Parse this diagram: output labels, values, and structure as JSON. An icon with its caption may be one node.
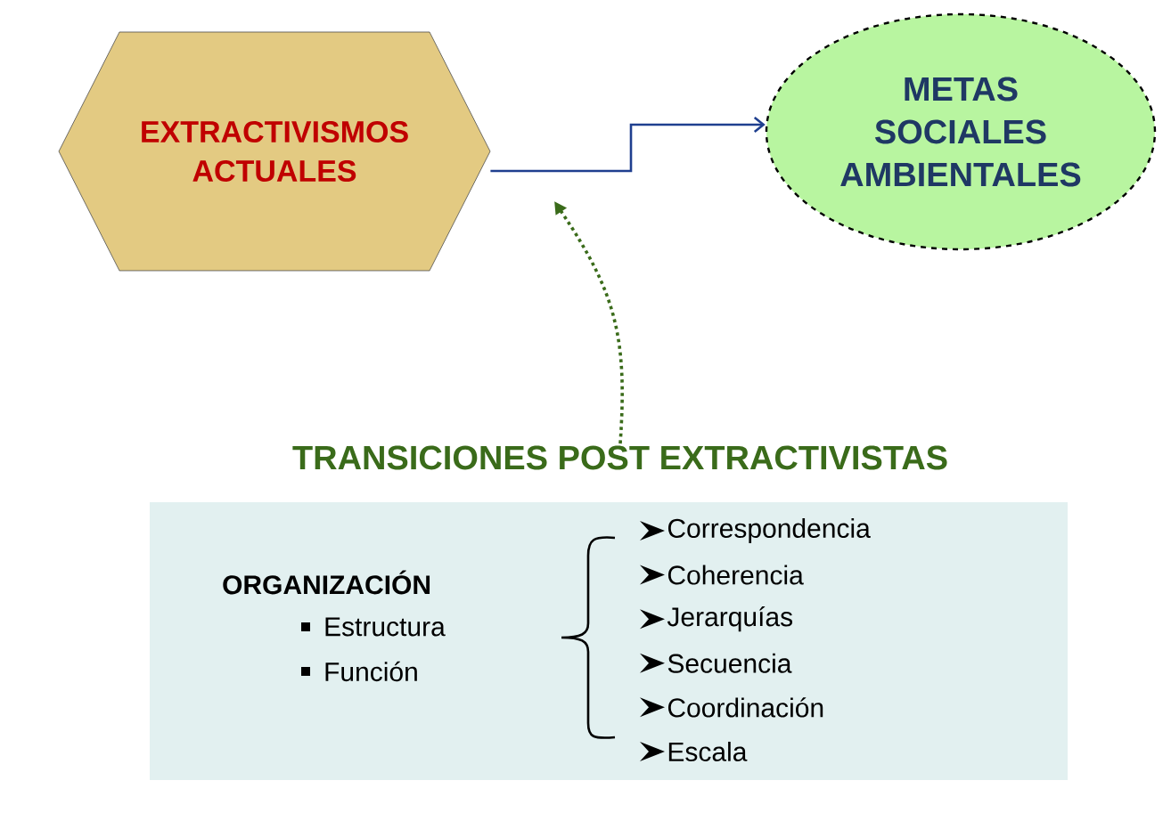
{
  "diagram": {
    "nodes": [
      {
        "text": [
          "EXTRACTIVISMOS ACTUALES"
        ]
      },
      {
        "text": [
          "METAS SOCIALES AMBIENTALES"
        ]
      },
      {
        "text": [
          "TRANSICIONES POST EXTRACTIVISTAS"
        ]
      },
      {
        "text": [
          "ORGANIZACIÓN",
          "Estructura",
          "Función",
          "Correspondencia",
          "Coherencia",
          "Jerarquías",
          "Secuencia",
          "Coordinación",
          "Escala"
        ]
      }
    ],
    "edges": [
      {
        "from": 0,
        "to": 1,
        "arrow": "to",
        "color": "#1f3f8f"
      },
      {
        "from": 2,
        "to": null,
        "arrow": "to",
        "style": "dashed",
        "color": "#3a6b1a"
      }
    ]
  }
}
